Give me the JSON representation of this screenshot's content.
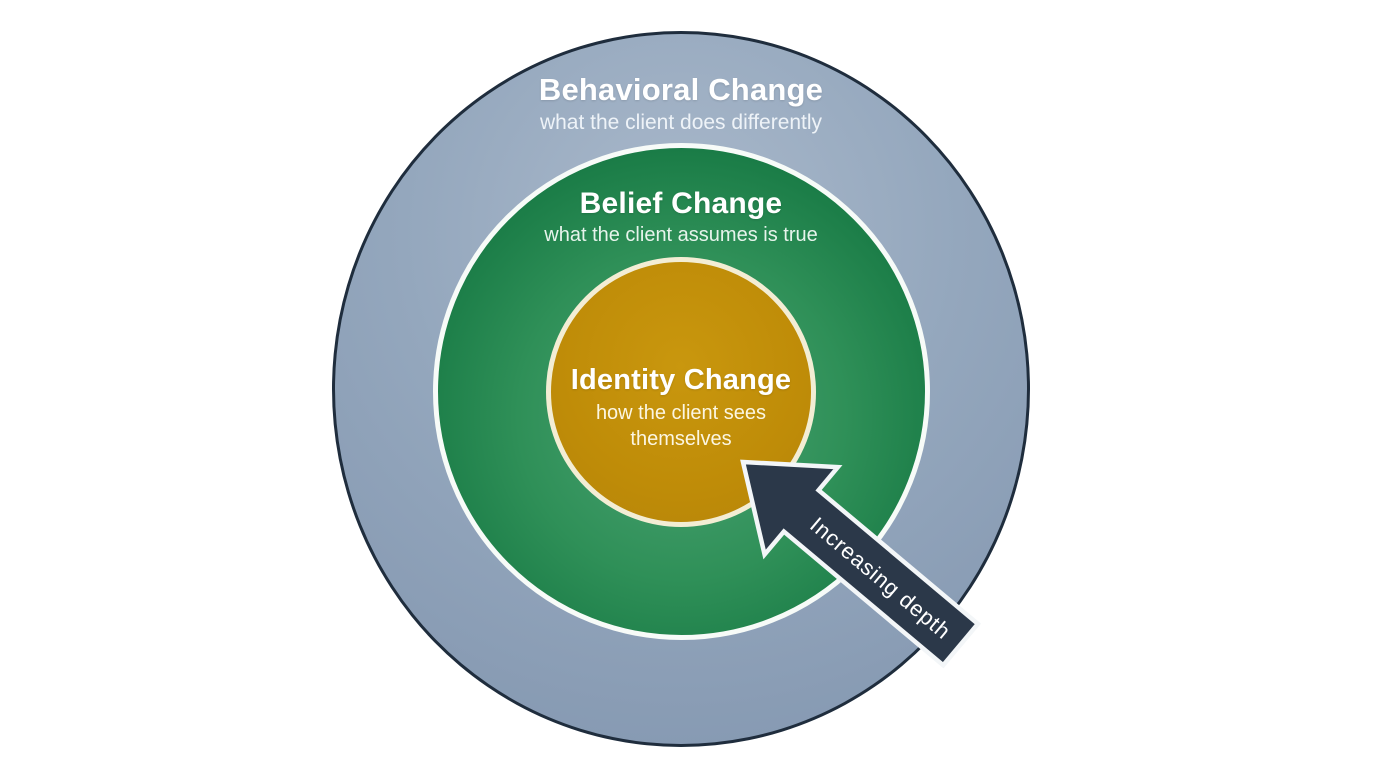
{
  "diagram": {
    "rings": [
      {
        "id": "behavioral",
        "title": "Behavioral Change",
        "subtitle": "what the client does differently",
        "fill": "#92a5bc",
        "border": "#1f2d3d"
      },
      {
        "id": "belief",
        "title": "Belief Change",
        "subtitle": "what the client assumes is true",
        "fill": "#2e8f58",
        "border": "#f7fbf8"
      },
      {
        "id": "identity",
        "title": "Identity Change",
        "subtitle": "how the client sees themselves",
        "fill": "#c08d08",
        "border": "#f3edd4"
      }
    ],
    "arrow": {
      "label": "Increasing depth",
      "fill": "#2b3849",
      "direction": "pointing from outer ring toward center circle"
    }
  },
  "colors": {
    "page-bg": "#ffffff",
    "outer-border": "#1f2d3d",
    "arrow-fill": "#2b3849",
    "text-primary": "#ffffff"
  }
}
